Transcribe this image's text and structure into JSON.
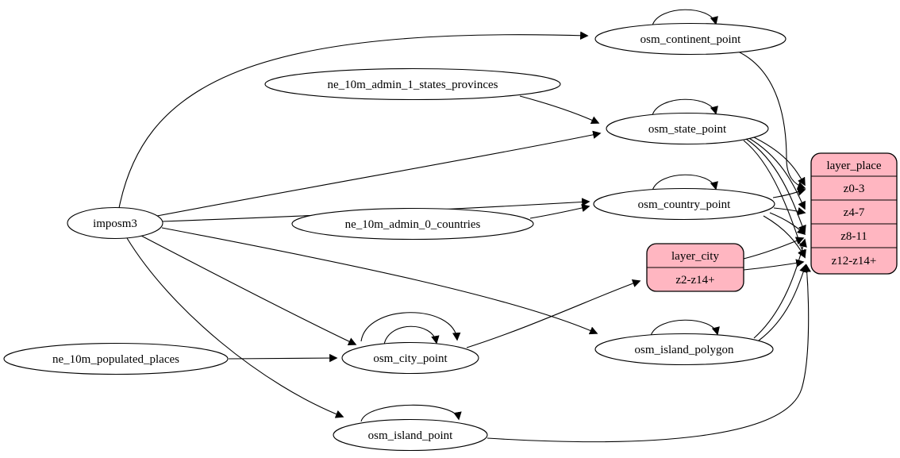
{
  "diagram": {
    "kind": "etl-dependency-graph",
    "colors": {
      "record_fill": "#ffb6c1",
      "node_fill": "#ffffff",
      "stroke": "#000000",
      "background": "#ffffff"
    },
    "nodes": {
      "imposm3": {
        "label": "imposm3"
      },
      "ne_10m_admin_1_states_provinces": {
        "label": "ne_10m_admin_1_states_provinces"
      },
      "ne_10m_admin_0_countries": {
        "label": "ne_10m_admin_0_countries"
      },
      "ne_10m_populated_places": {
        "label": "ne_10m_populated_places"
      },
      "osm_continent_point": {
        "label": "osm_continent_point"
      },
      "osm_state_point": {
        "label": "osm_state_point"
      },
      "osm_country_point": {
        "label": "osm_country_point"
      },
      "osm_city_point": {
        "label": "osm_city_point"
      },
      "osm_island_polygon": {
        "label": "osm_island_polygon"
      },
      "osm_island_point": {
        "label": "osm_island_point"
      }
    },
    "records": {
      "layer_city": {
        "title": "layer_city",
        "rows": [
          "z2-z14+"
        ]
      },
      "layer_place": {
        "title": "layer_place",
        "rows": [
          "z0-3",
          "z4-7",
          "z8-11",
          "z12-z14+"
        ]
      }
    },
    "edges": [
      {
        "from": "imposm3",
        "to": "osm_continent_point"
      },
      {
        "from": "imposm3",
        "to": "osm_state_point"
      },
      {
        "from": "imposm3",
        "to": "osm_country_point"
      },
      {
        "from": "imposm3",
        "to": "osm_city_point"
      },
      {
        "from": "imposm3",
        "to": "osm_island_polygon"
      },
      {
        "from": "imposm3",
        "to": "osm_island_point"
      },
      {
        "from": "ne_10m_admin_1_states_provinces",
        "to": "osm_state_point"
      },
      {
        "from": "ne_10m_admin_0_countries",
        "to": "osm_country_point"
      },
      {
        "from": "ne_10m_populated_places",
        "to": "osm_city_point"
      },
      {
        "from": "osm_continent_point",
        "to": "osm_continent_point"
      },
      {
        "from": "osm_state_point",
        "to": "osm_state_point"
      },
      {
        "from": "osm_country_point",
        "to": "osm_country_point"
      },
      {
        "from": "osm_city_point",
        "to": "osm_city_point"
      },
      {
        "from": "osm_city_point",
        "to": "osm_city_point"
      },
      {
        "from": "osm_island_polygon",
        "to": "osm_island_polygon"
      },
      {
        "from": "osm_island_point",
        "to": "osm_island_point"
      },
      {
        "from": "osm_continent_point",
        "to": "layer_place:z0-3"
      },
      {
        "from": "osm_state_point",
        "to": "layer_place:z0-3"
      },
      {
        "from": "osm_state_point",
        "to": "layer_place:z4-7"
      },
      {
        "from": "osm_state_point",
        "to": "layer_place:z8-11"
      },
      {
        "from": "osm_state_point",
        "to": "layer_place:z12-z14+"
      },
      {
        "from": "osm_country_point",
        "to": "layer_place:z0-3"
      },
      {
        "from": "osm_country_point",
        "to": "layer_place:z4-7"
      },
      {
        "from": "osm_country_point",
        "to": "layer_place:z8-11"
      },
      {
        "from": "osm_country_point",
        "to": "layer_place:z12-z14+"
      },
      {
        "from": "osm_city_point",
        "to": "layer_city:z2-z14+"
      },
      {
        "from": "layer_city",
        "to": "layer_place:z8-11"
      },
      {
        "from": "layer_city",
        "to": "layer_place:z12-z14+"
      },
      {
        "from": "osm_island_polygon",
        "to": "layer_place:z8-11"
      },
      {
        "from": "osm_island_polygon",
        "to": "layer_place:z12-z14+"
      },
      {
        "from": "osm_island_point",
        "to": "layer_place:z12-z14+"
      }
    ]
  }
}
